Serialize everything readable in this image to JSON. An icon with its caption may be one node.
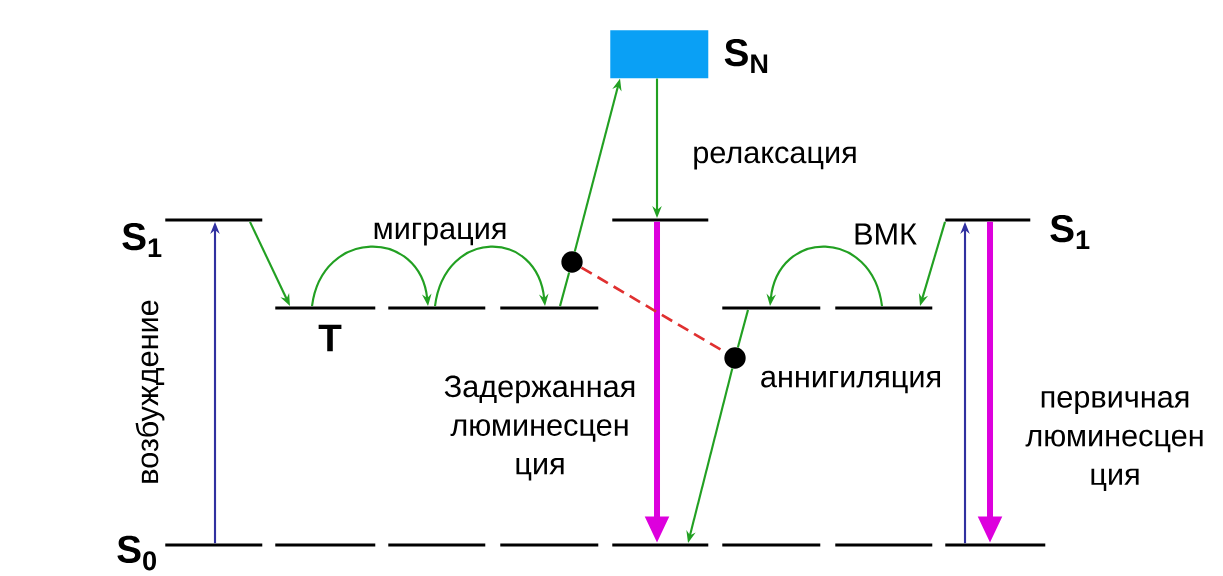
{
  "diagram": {
    "nodes": [
      {
        "text": [
          "S$_{N}$"
        ]
      },
      {
        "text": [
          "S$_{1}$"
        ]
      },
      {
        "text": [
          "T"
        ]
      },
      {
        "text": [],
        "shape": "bar"
      },
      {
        "text": [],
        "shape": "bar"
      },
      {
        "text": [],
        "shape": "bar"
      },
      {
        "text": [],
        "shape": "bar"
      },
      {
        "text": [],
        "shape": "bar"
      },
      {
        "text": [
          "S$_{1}$"
        ]
      },
      {
        "text": [
          "S$_{0}$"
        ]
      },
      {
        "text": [],
        "shape": "bar"
      },
      {
        "text": [],
        "shape": "bar"
      },
      {
        "text": [],
        "shape": "bar"
      },
      {
        "text": [],
        "shape": "bar"
      },
      {
        "text": [],
        "shape": "bar"
      },
      {
        "text": [],
        "shape": "bar"
      },
      {
        "text": [],
        "shape": "bar"
      },
      {
        "text": [],
        "shape": "circle"
      },
      {
        "text": [],
        "shape": "circle"
      }
    ],
    "edges": [
      {
        "from": 9,
        "to": 1,
        "arrow": "to",
        "color": "#3030a0"
      },
      {
        "from": 1,
        "to": 2,
        "arrow": "to"
      },
      {
        "from": 2,
        "to": 3,
        "arrow": "to"
      },
      {
        "from": 3,
        "to": 4,
        "arrow": "to"
      },
      {
        "from": 4,
        "to": 17,
        "arrow": "none"
      },
      {
        "from": 17,
        "to": 0,
        "arrow": "to"
      },
      {
        "from": 0,
        "to": 5,
        "arrow": "to"
      },
      {
        "from": 5,
        "to": 13,
        "arrow": "to",
        "style": "thick",
        "color": "#dd00dd"
      },
      {
        "from": 17,
        "to": 18,
        "arrow": "none",
        "style": "dashed",
        "color": "#e03030"
      },
      {
        "from": 6,
        "to": 18,
        "arrow": "none"
      },
      {
        "from": 18,
        "to": 13,
        "arrow": "to"
      },
      {
        "from": 7,
        "to": 6,
        "arrow": "to"
      },
      {
        "from": 8,
        "to": 7,
        "arrow": "to"
      },
      {
        "from": 16,
        "to": 8,
        "arrow": "to",
        "color": "#3030a0"
      },
      {
        "from": 8,
        "to": 16,
        "arrow": "to",
        "style": "thick",
        "color": "#dd00dd"
      }
    ],
    "labels": [
      "релаксация",
      "миграция",
      "ВМК",
      "возбуждение",
      "аннигиляция",
      "Задержанная люминесцен ция",
      "первичная люминесцен ция"
    ]
  }
}
